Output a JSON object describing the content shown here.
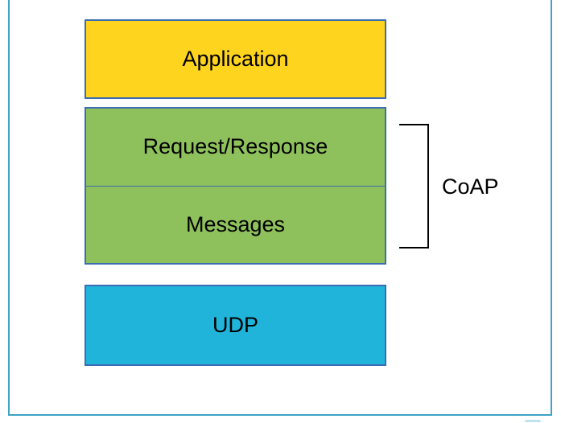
{
  "page": {
    "border_color": "#3fa3c4",
    "background": "#ffffff"
  },
  "diagram": {
    "text_color": "#000000",
    "box_border_color": "#3c6db3",
    "application_box": {
      "label": "Application",
      "fill": "#ffd41e"
    },
    "coap_box": {
      "fill": "#8ec05c",
      "sublayers": [
        {
          "label": "Request/Response"
        },
        {
          "label": "Messages"
        }
      ],
      "bracket_label": "CoAP",
      "bracket_color": "#000000"
    },
    "udp_box": {
      "label": "UDP",
      "fill": "#20b4da"
    }
  }
}
